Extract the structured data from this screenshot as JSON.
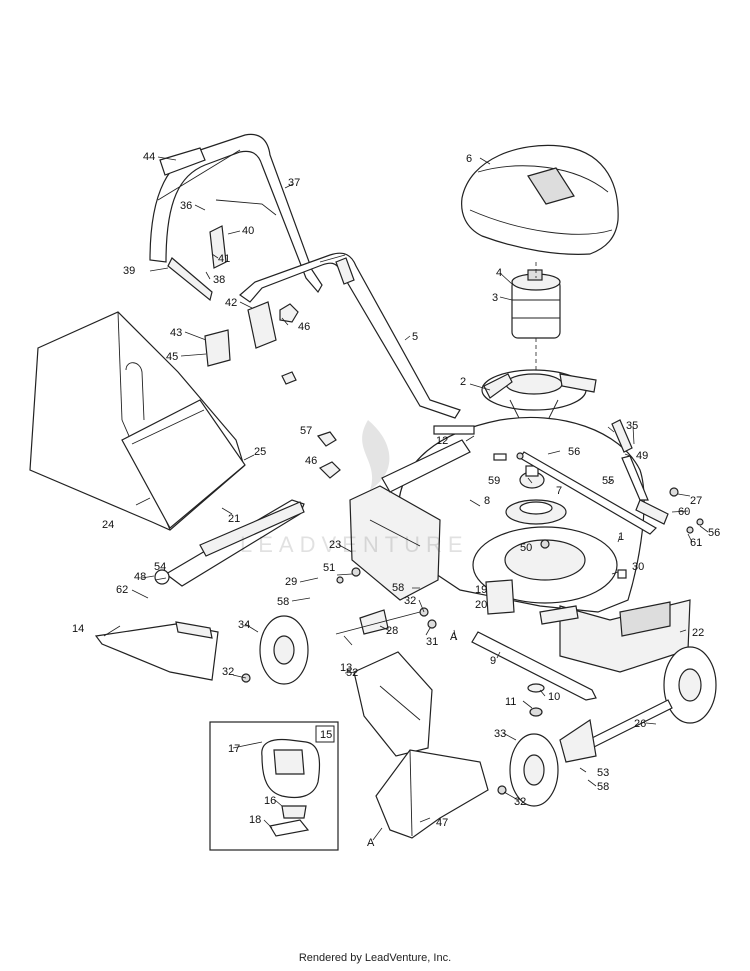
{
  "footer": "Rendered by LeadVenture, Inc.",
  "inset_label": "15",
  "callouts": {
    "c1": "1",
    "c2": "2",
    "c3": "3",
    "c4": "4",
    "c5": "5",
    "c6": "6",
    "c7": "7",
    "c8": "8",
    "c9": "9",
    "c10": "10",
    "c11": "11",
    "c12": "12",
    "c13": "13",
    "c14": "14",
    "c16": "16",
    "c17": "17",
    "c18": "18",
    "c19": "19",
    "c20": "20",
    "c21": "21",
    "c22": "22",
    "c23": "23",
    "c24": "24",
    "c25": "25",
    "c26": "26",
    "c27": "27",
    "c28": "28",
    "c29": "29",
    "c30": "30",
    "c31": "31",
    "c32a": "32",
    "c32b": "32",
    "c32c": "32",
    "c33": "33",
    "c34": "34",
    "c35": "35",
    "c36": "36",
    "c37": "37",
    "c38": "38",
    "c39": "39",
    "c40": "40",
    "c41": "41",
    "c42": "42",
    "c43": "43",
    "c44": "44",
    "c45": "45",
    "c46a": "46",
    "c46b": "46",
    "c47": "47",
    "c48": "48",
    "c49": "49",
    "c50": "50",
    "c51": "51",
    "c52": "52",
    "c53": "53",
    "c54": "54",
    "c55": "55",
    "c56a": "56",
    "c56b": "56",
    "c57": "57",
    "c58a": "58",
    "c58b": "58",
    "c58c": "58",
    "c59": "59",
    "c60": "60",
    "c61": "61",
    "c62": "62",
    "cA1": "A",
    "cA2": "A"
  }
}
